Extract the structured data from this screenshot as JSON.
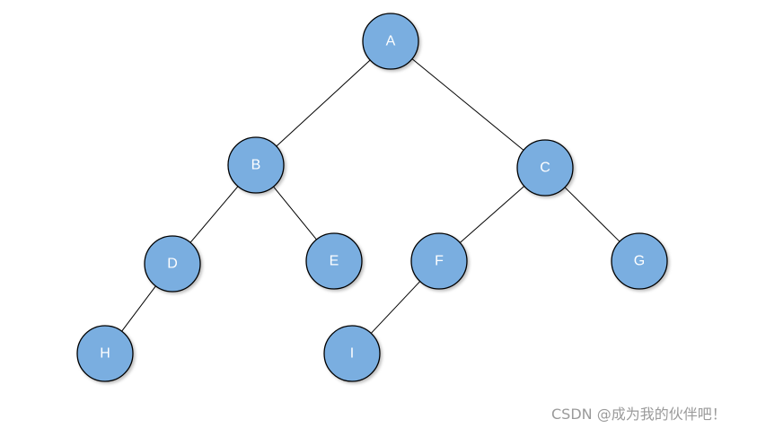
{
  "diagram": {
    "node_fill": "#7aaee0",
    "node_stroke": "#000000",
    "label_color": "#ffffff",
    "nodes": [
      {
        "id": "A",
        "label": "A"
      },
      {
        "id": "B",
        "label": "B"
      },
      {
        "id": "C",
        "label": "C"
      },
      {
        "id": "D",
        "label": "D"
      },
      {
        "id": "E",
        "label": "E"
      },
      {
        "id": "F",
        "label": "F"
      },
      {
        "id": "G",
        "label": "G"
      },
      {
        "id": "H",
        "label": "H"
      },
      {
        "id": "I",
        "label": "I"
      }
    ],
    "edges": [
      {
        "from": "A",
        "to": "B"
      },
      {
        "from": "A",
        "to": "C"
      },
      {
        "from": "B",
        "to": "D"
      },
      {
        "from": "B",
        "to": "E"
      },
      {
        "from": "C",
        "to": "F"
      },
      {
        "from": "C",
        "to": "G"
      },
      {
        "from": "D",
        "to": "H"
      },
      {
        "from": "F",
        "to": "I"
      }
    ]
  },
  "watermark": {
    "text": "CSDN @成为我的伙伴吧！"
  }
}
